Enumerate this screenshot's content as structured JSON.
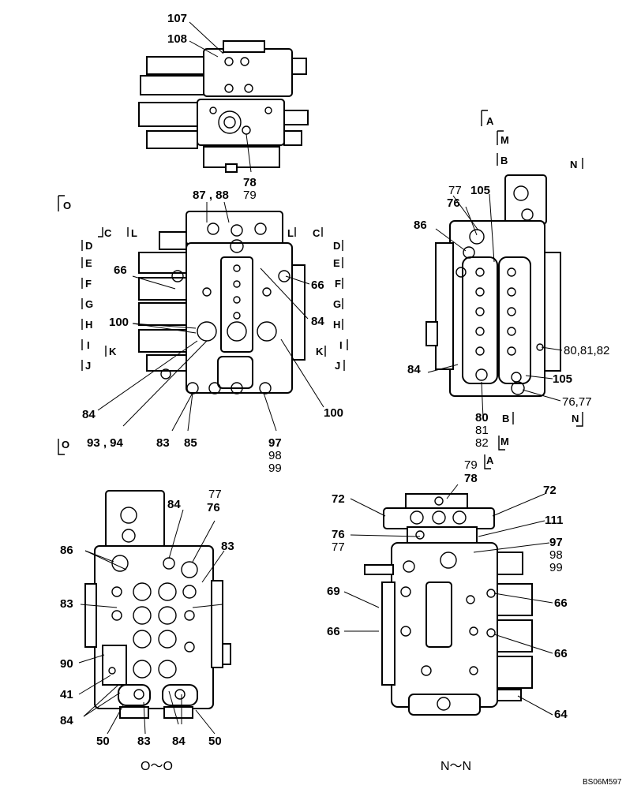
{
  "views": {
    "top": {
      "labels": [
        "107",
        "108",
        "78",
        "79"
      ]
    },
    "o_view": {
      "labels": [
        "87 , 88",
        "66",
        "66",
        "100",
        "84",
        "100",
        "84",
        "93 , 94",
        "83",
        "85",
        "97",
        "98",
        "99"
      ],
      "sections_left": [
        "C",
        "L",
        "D",
        "E",
        "F",
        "G",
        "H",
        "I",
        "K",
        "J"
      ],
      "sections_right": [
        "L",
        "C",
        "D",
        "E",
        "F",
        "G",
        "H",
        "K",
        "I",
        "J"
      ],
      "marker_top": "O",
      "marker_bottom": "O"
    },
    "m_view": {
      "labels": [
        "77",
        "76",
        "105",
        "86",
        "80,81,82",
        "84",
        "105",
        "76,77",
        "80",
        "81",
        "82"
      ],
      "markers": [
        "A",
        "M",
        "B",
        "N",
        "B",
        "N",
        "M",
        "A"
      ]
    },
    "oo_view": {
      "caption": "O～O",
      "labels": [
        "77",
        "76",
        "84",
        "86",
        "83",
        "83",
        "90",
        "41",
        "84",
        "50",
        "83",
        "84",
        "50"
      ]
    },
    "nn_view": {
      "caption": "N～N",
      "labels": [
        "79",
        "78",
        "72",
        "72",
        "111",
        "76",
        "77",
        "97",
        "98",
        "99",
        "69",
        "66",
        "66",
        "66",
        "64"
      ]
    }
  },
  "drawing_code": "BS06M597"
}
